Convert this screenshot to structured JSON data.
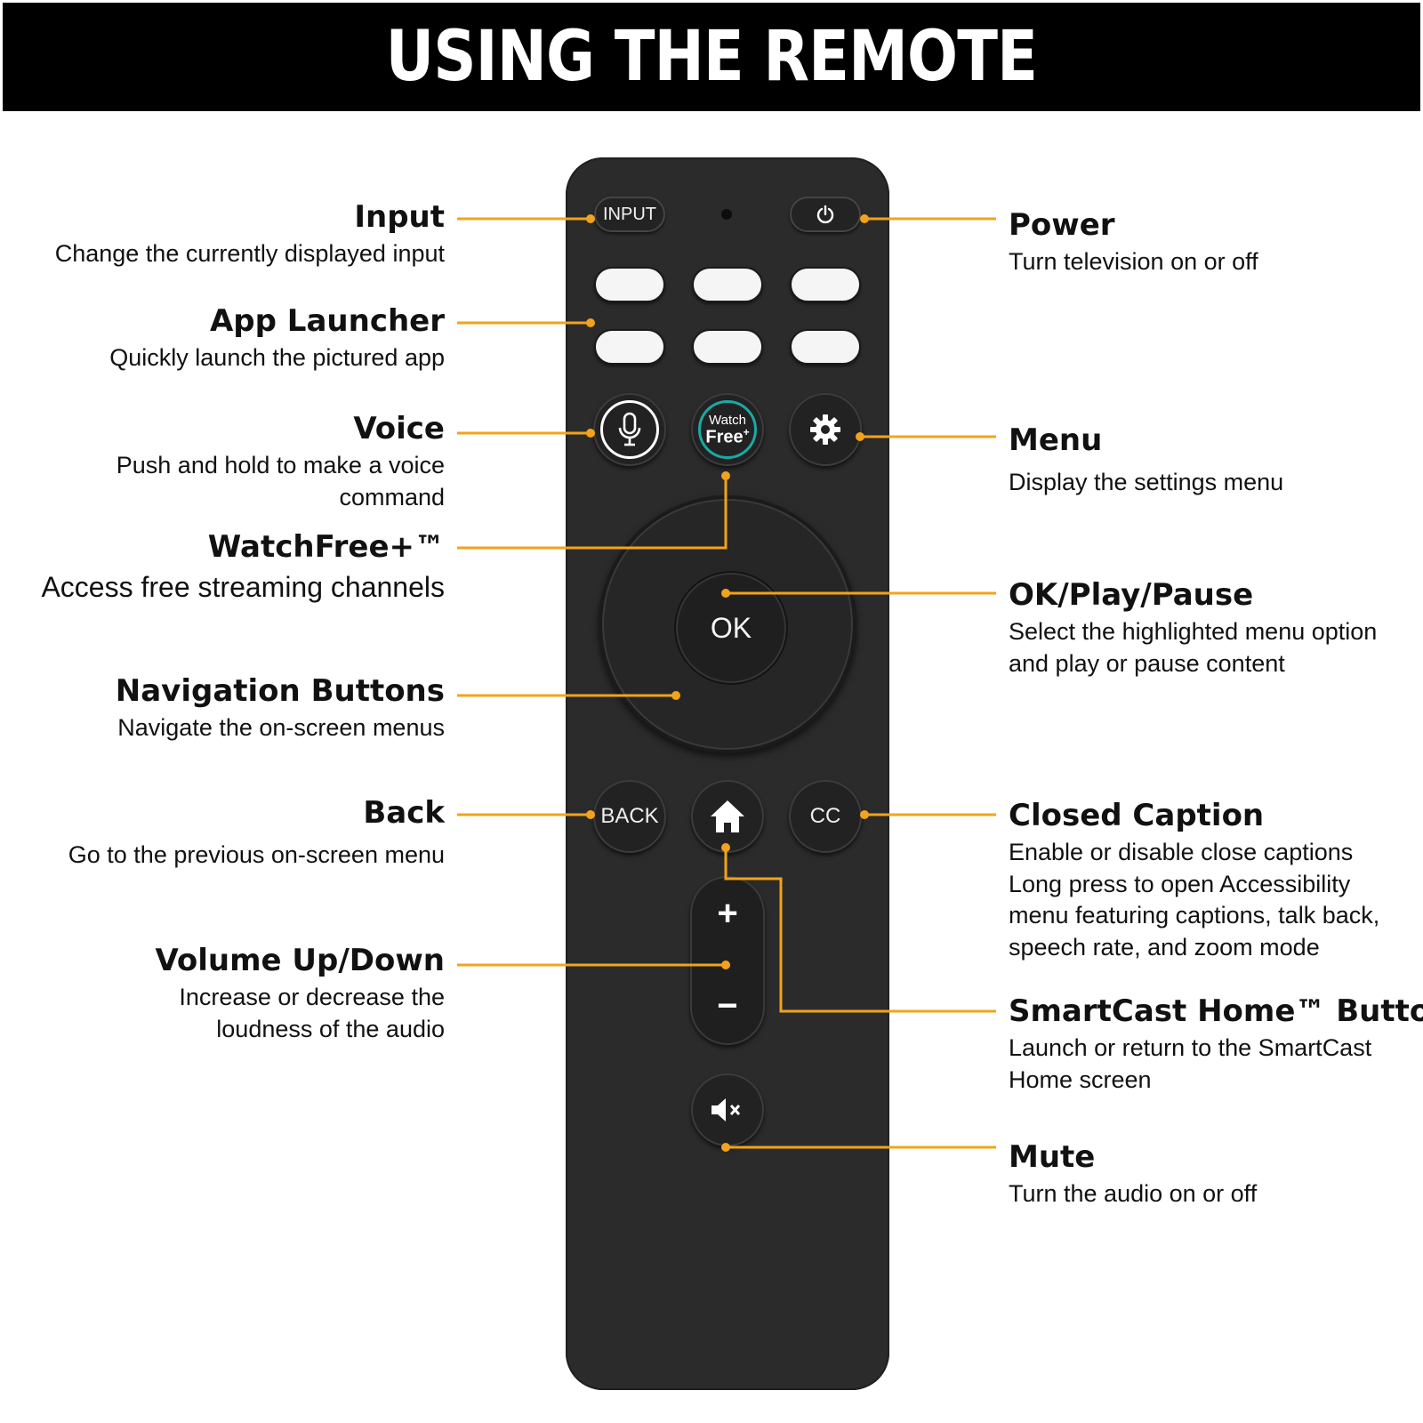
{
  "header": {
    "title": "USING THE REMOTE"
  },
  "colors": {
    "callout": "#f2a31b",
    "remote_body": "#2b2b2b",
    "banner": "#000000"
  },
  "remote": {
    "input_label": "INPUT",
    "power_icon": "power-icon",
    "voice_icon": "microphone-icon",
    "watchfree_top": "Watch",
    "watchfree_bottom": "Free",
    "watchfree_plus": "+",
    "menu_icon": "gear-icon",
    "ok_label": "OK",
    "back_label": "BACK",
    "home_icon": "home-icon",
    "cc_label": "CC",
    "volume_up": "+",
    "volume_down": "−",
    "mute_icon": "mute-icon"
  },
  "callouts_left": [
    {
      "title": "Input",
      "desc": "Change the currently displayed input"
    },
    {
      "title": "App Launcher",
      "desc": "Quickly launch the pictured app"
    },
    {
      "title": "Voice",
      "desc": "Push and hold to make a voice command"
    },
    {
      "title": "WatchFree+™",
      "desc": "Access free streaming channels"
    },
    {
      "title": "Navigation Buttons",
      "desc": "Navigate the on-screen menus"
    },
    {
      "title": "Back",
      "desc": "Go to the previous on-screen menu"
    },
    {
      "title": "Volume Up/Down",
      "desc": "Increase or decrease the loudness of the audio"
    }
  ],
  "callouts_right": [
    {
      "title": "Power",
      "desc": "Turn television on or off"
    },
    {
      "title": "Menu",
      "desc": "Display the settings menu"
    },
    {
      "title": "OK/Play/Pause",
      "desc": "Select the highlighted menu option and play or pause content"
    },
    {
      "title": "Closed Caption",
      "desc": "Enable or disable close captions Long press to open Accessibility menu featuring captions, talk back, speech rate, and zoom mode"
    },
    {
      "title": "SmartCast Home™ Button",
      "desc": "Launch or return to the SmartCast Home screen"
    },
    {
      "title": "Mute",
      "desc": "Turn the audio on or off"
    }
  ]
}
